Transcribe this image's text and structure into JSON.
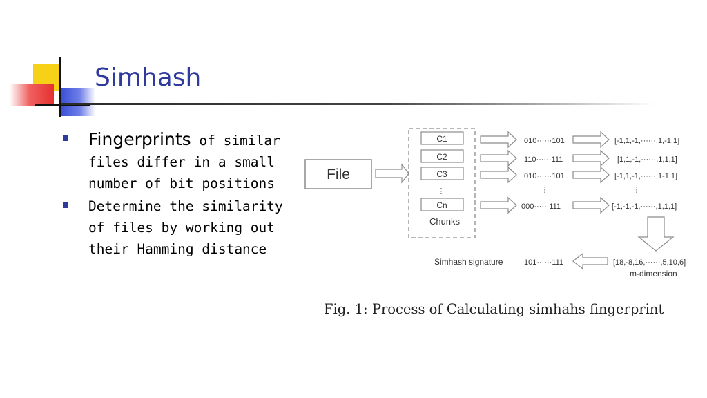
{
  "slide": {
    "title": "Simhash",
    "bullets": [
      {
        "lead": "Fingerprints",
        "rest": " of similar files differ in a small number of bit positions"
      },
      {
        "lead": "",
        "rest": "Determine the similarity of files by working out their Hamming distance"
      }
    ]
  },
  "figure": {
    "file_label": "File",
    "chunks": [
      "C1",
      "C2",
      "C3",
      "Cn"
    ],
    "chunks_label": "Chunks",
    "dots": "⋮",
    "hashes": [
      "010······101",
      "110······111",
      "010······101",
      "000······111"
    ],
    "vectors": [
      "[-1,1,-1,······,1,-1,1]",
      "[1,1,-1,······,1,1,1]",
      "[-1,1,-1,······,1-1,1]",
      "[-1,-1,-1,······,1,1,1]"
    ],
    "sum_vector": "[18,-8,16,······,5,10,6]",
    "m_dimension": "m-dimension",
    "signature_label": "Simhash signature",
    "signature_value": "101······111",
    "caption": "Fig. 1: Process of Calculating simhahs fingerprint"
  },
  "colors": {
    "title": "#2f3a9e",
    "bullet_marker": "#2f3a9e",
    "logo_yellow": "#f7d117",
    "logo_red": "#e53030",
    "logo_blue": "#3a4fd6",
    "diagram_line": "#8c8c8c"
  }
}
